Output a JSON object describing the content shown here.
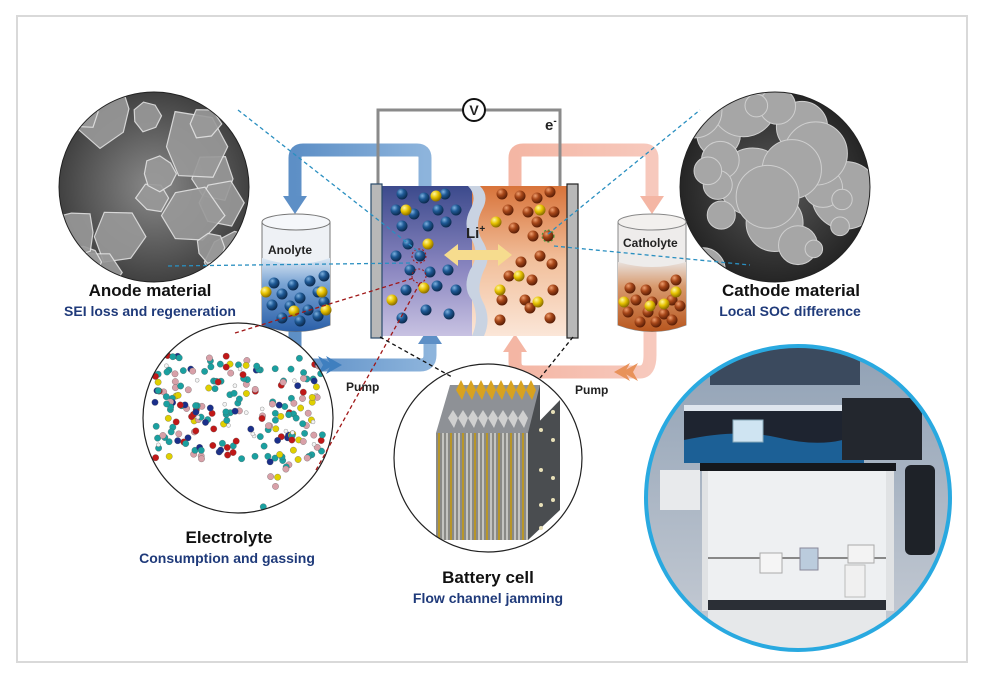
{
  "diagram": {
    "voltmeter_symbol": "V",
    "electron_label": "e",
    "electron_sup": "-",
    "ion_label": "Li",
    "ion_sup": "+",
    "tanks": {
      "anolyte": "Anolyte",
      "catholyte": "Catholyte"
    },
    "pumps": {
      "left": "Pump",
      "right": "Pump"
    },
    "components": [
      {
        "id": "anode",
        "title": "Anode material",
        "subtitle": "SEI loss and regeneration"
      },
      {
        "id": "cathode",
        "title": "Cathode material",
        "subtitle": "Local SOC difference"
      },
      {
        "id": "electrolyte",
        "title": "Electrolyte",
        "subtitle": "Consumption and gassing"
      },
      {
        "id": "cell",
        "title": "Battery cell",
        "subtitle": "Flow channel jamming"
      }
    ],
    "colors": {
      "anolyte_flow": "#5b8fc4",
      "catholyte_flow": "#f0b0a0",
      "subtitle_text": "#1f3a7a",
      "photo_ring": "#29a9e0",
      "anode_leader": "#2a8fc0",
      "electrolyte_leader": "#a01818"
    }
  }
}
